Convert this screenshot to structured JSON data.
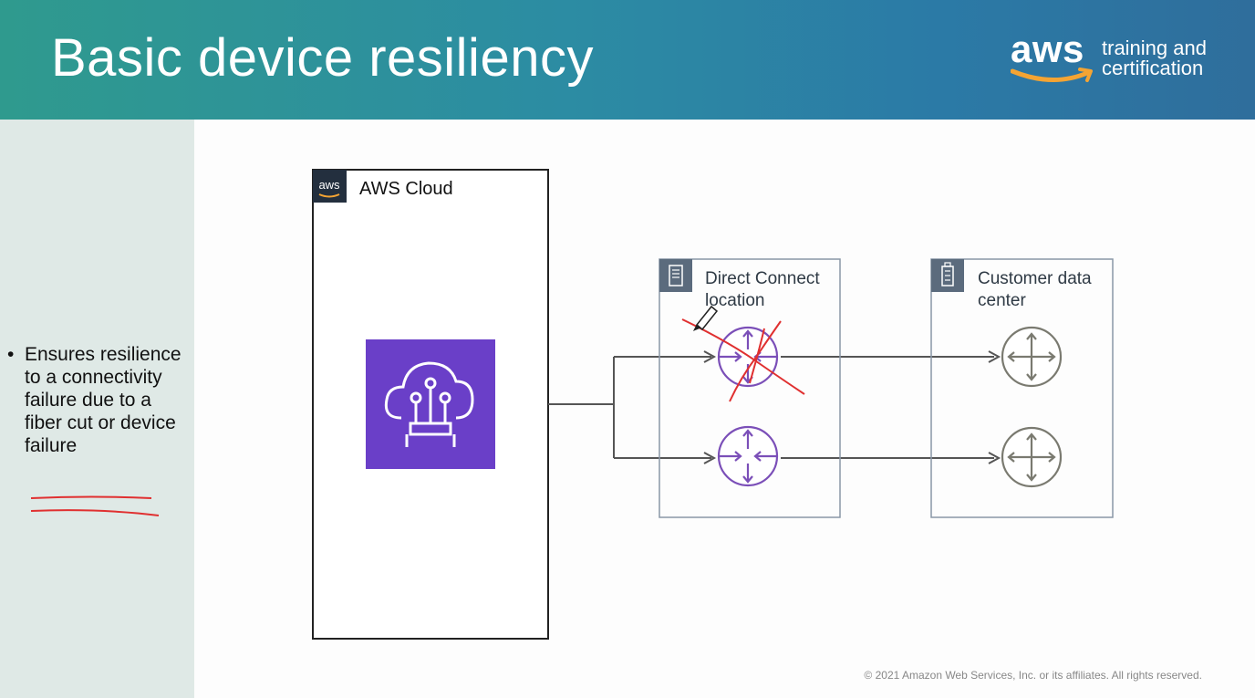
{
  "slide": {
    "title": "Basic device resiliency",
    "brand": {
      "logo_text": "aws",
      "tagline_line1": "training and",
      "tagline_line2": "certification"
    },
    "bullet": "Ensures resilience to a connectivity failure due to a fiber cut or device failure",
    "copyright": "© 2021 Amazon Web Services, Inc. or its affiliates. All rights reserved."
  },
  "diagram": {
    "aws_cloud": {
      "badge_text": "aws",
      "label": "AWS Cloud",
      "service_icon": "direct-connect-icon"
    },
    "direct_connect": {
      "label_line1": "Direct Connect",
      "label_line2": "location",
      "icon": "building-icon"
    },
    "customer_dc": {
      "label_line1": "Customer data",
      "label_line2": "center",
      "icon": "office-building-icon"
    }
  },
  "colors": {
    "router_purple": "#7b4fb8",
    "router_gray": "#7a7a70",
    "service_bg": "#6a3fc8",
    "annotation_red": "#e03030",
    "group_border": "#8a97a6",
    "group_icon_bg": "#5b6b7d"
  }
}
